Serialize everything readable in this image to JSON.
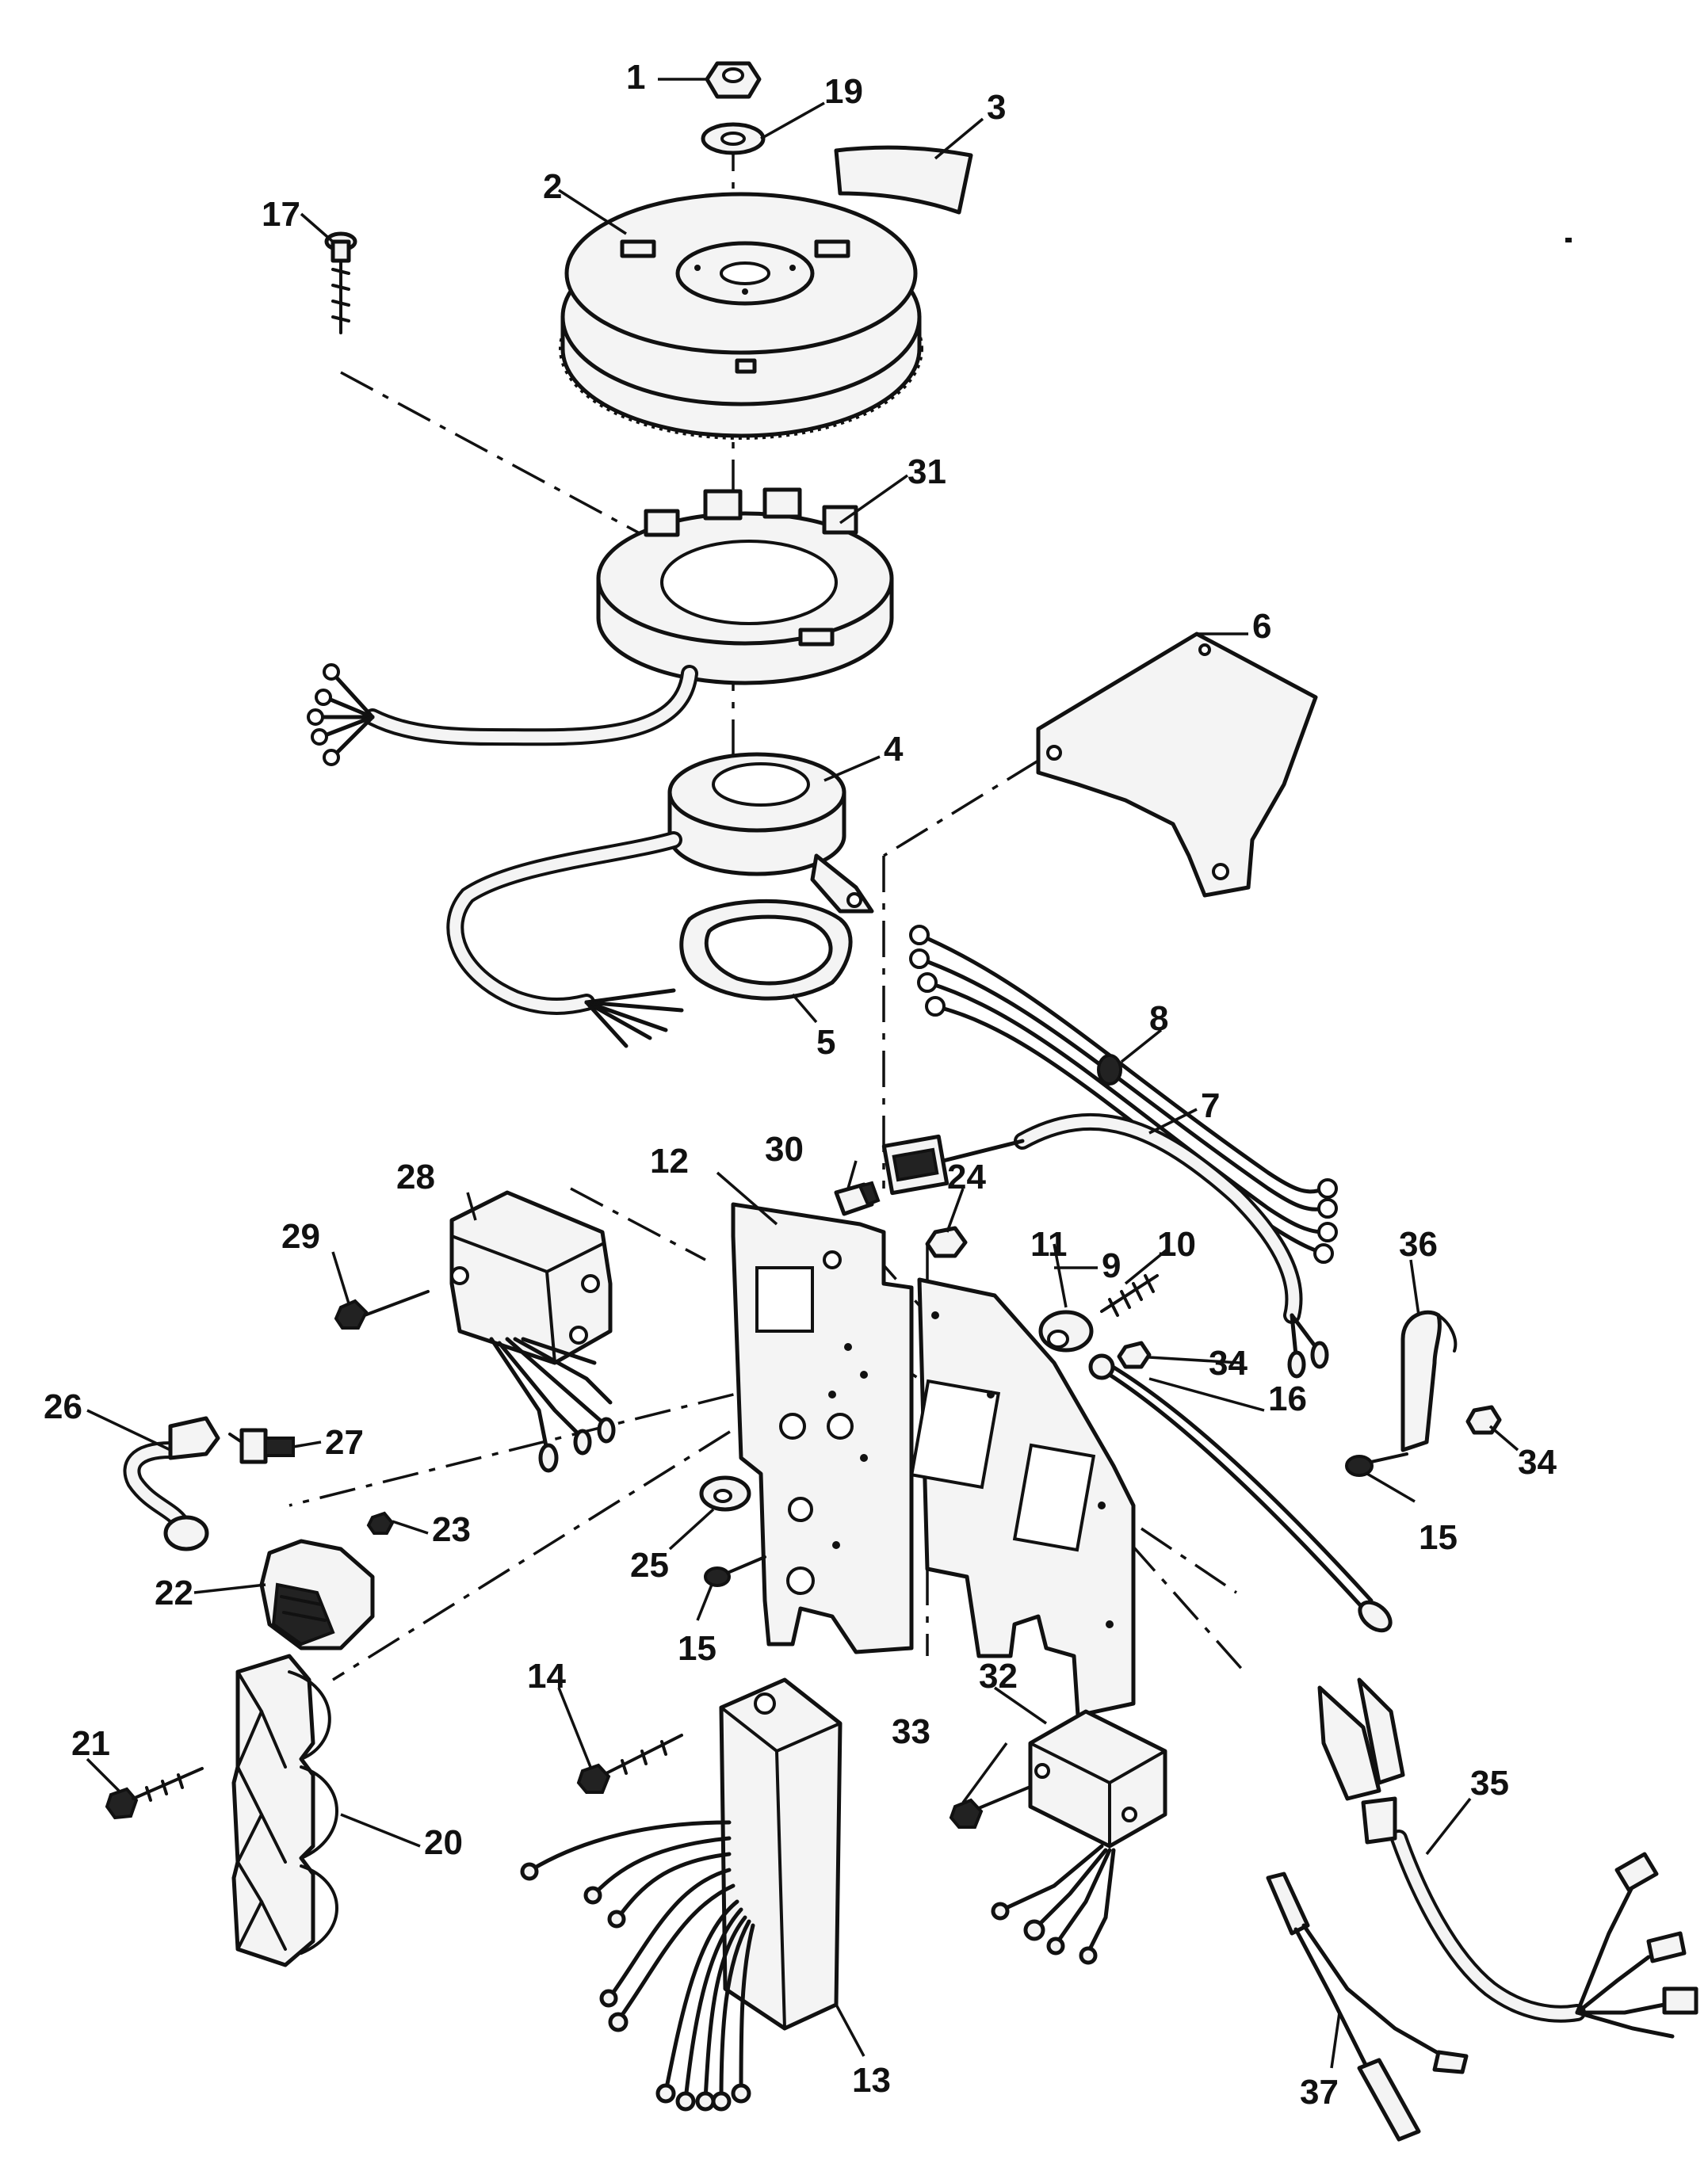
{
  "callouts": [
    "1",
    "2",
    "3",
    "4",
    "5",
    "6",
    "7",
    "8",
    "9",
    "10",
    "11",
    "12",
    "13",
    "14",
    "15",
    "16",
    "17",
    "19",
    "20",
    "21",
    "22",
    "23",
    "24",
    "25",
    "26",
    "27",
    "28",
    "29",
    "30",
    "31",
    "32",
    "33",
    "34",
    "35",
    "36",
    "37"
  ],
  "callout_15_second": "15",
  "callout_34_second": "34",
  "colors": {
    "ink": "#111111",
    "paper": "#ffffff",
    "fill": "#f4f4f4"
  }
}
